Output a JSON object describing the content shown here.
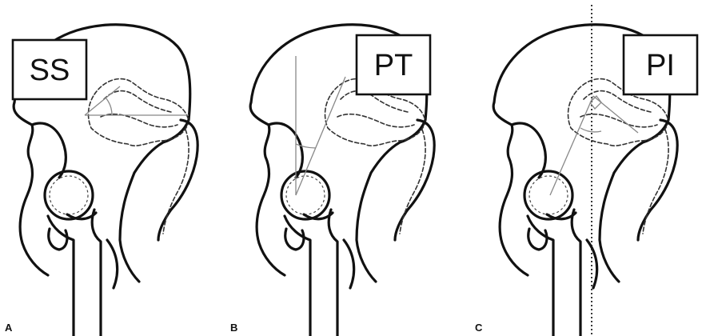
{
  "panels": [
    {
      "letter": "A",
      "label": "SS"
    },
    {
      "letter": "B",
      "label": "PT"
    },
    {
      "letter": "C",
      "label": "PI"
    }
  ],
  "colors": {
    "line": "#111111",
    "guide": "#888888",
    "background": "#ffffff"
  }
}
